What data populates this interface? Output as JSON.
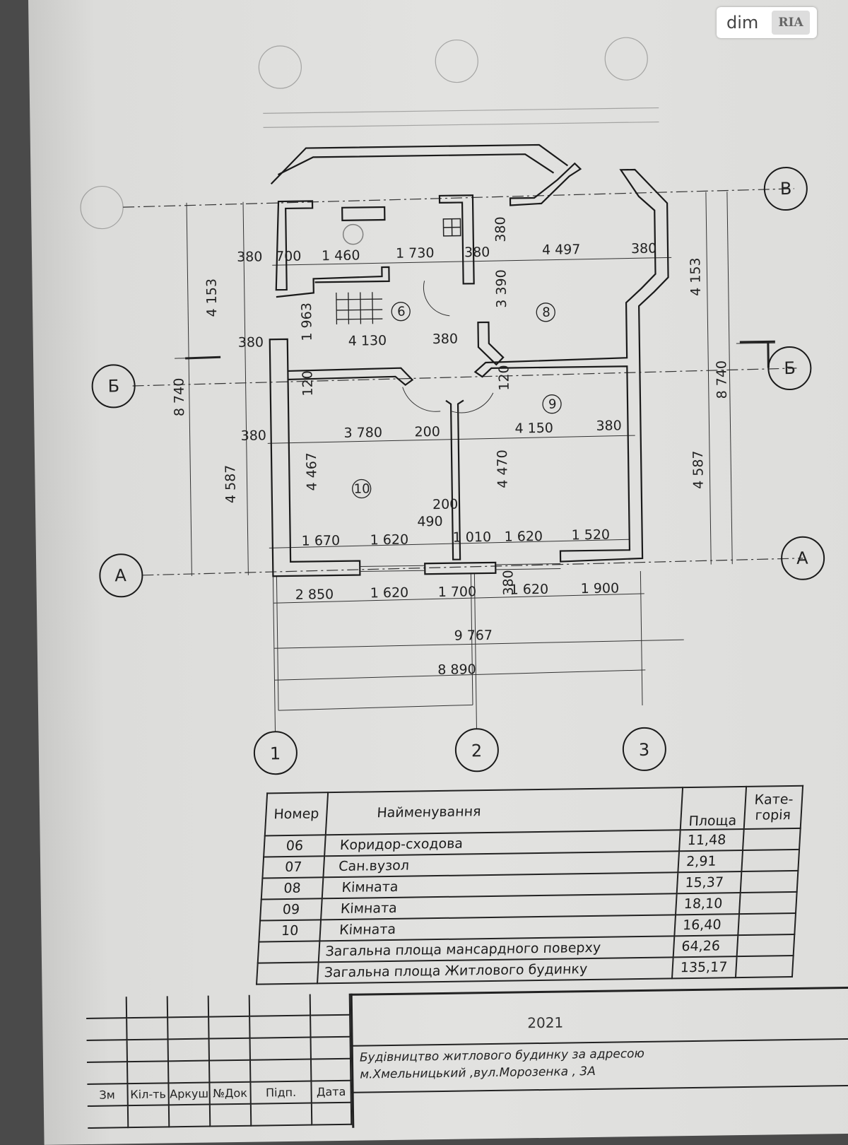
{
  "logo": {
    "left": "dim",
    "right": "RIA"
  },
  "axes": {
    "rows": [
      "В",
      "Б",
      "А"
    ],
    "cols": [
      "1",
      "2",
      "3"
    ]
  },
  "dims": {
    "top_380a": "380",
    "top_700": "700",
    "top_1460": "1 460",
    "top_1730": "1 730",
    "top_380b": "380",
    "top_4497": "4 497",
    "top_380c": "380",
    "v_380": "380",
    "v_3390": "3 390",
    "v_1963": "1 963",
    "mid_380a": "380",
    "mid_4130": "4 130",
    "mid_380b": "380",
    "v_120a": "120",
    "v_120b": "120",
    "row_380a": "380",
    "row_3780": "3 780",
    "row_200": "200",
    "row_4150": "4 150",
    "row_380b": "380",
    "v_4467": "4 467",
    "v_4470": "4 470",
    "v_200": "200",
    "v_490": "490",
    "bot_1670": "1 670",
    "bot_1620a": "1 620",
    "bot_1010": "1 010",
    "bot_1620b": "1 620",
    "bot_1520": "1 520",
    "out_2850": "2 850",
    "out_1620a": "1 620",
    "out_1700": "1 700",
    "out_1620b": "1 620",
    "out_1900": "1 900",
    "out_380": "380",
    "total_9767": "9 767",
    "total_8890": "8 890",
    "left_8740": "8 740",
    "left_4153": "4 153",
    "left_4587": "4 587",
    "right_4153": "4 153",
    "right_8740": "8 740",
    "right_4587": "4 587"
  },
  "rooms": [
    "6",
    "8",
    "9",
    "10"
  ],
  "table": {
    "headers": {
      "num": "Номер",
      "name": "Найменування",
      "area": "Площа",
      "cat": "Кате-\nгорія"
    },
    "rows": [
      {
        "num": "06",
        "name": "Коридор-сходова",
        "area": "11,48"
      },
      {
        "num": "07",
        "name": "Сан.вузол",
        "area": "2,91"
      },
      {
        "num": "08",
        "name": "Кімната",
        "area": "15,37"
      },
      {
        "num": "09",
        "name": "Кімната",
        "area": "18,10"
      },
      {
        "num": "10",
        "name": "Кімната",
        "area": "16,40"
      },
      {
        "num": "",
        "name": "Загальна площа  мансардного поверху",
        "area": "64,26"
      },
      {
        "num": "",
        "name": "Загальна площа  Житлового будинку",
        "area": "135,17"
      }
    ]
  },
  "title_block": {
    "year": "2021",
    "line1": "Будівництво житлового будинку за адресою",
    "line2": "м.Хмельницький ,вул.Морозенка , 3А",
    "cols": [
      "Зм",
      "Кіл-ть",
      "Аркуш",
      "№Док",
      "Підп.",
      "Дата"
    ]
  }
}
